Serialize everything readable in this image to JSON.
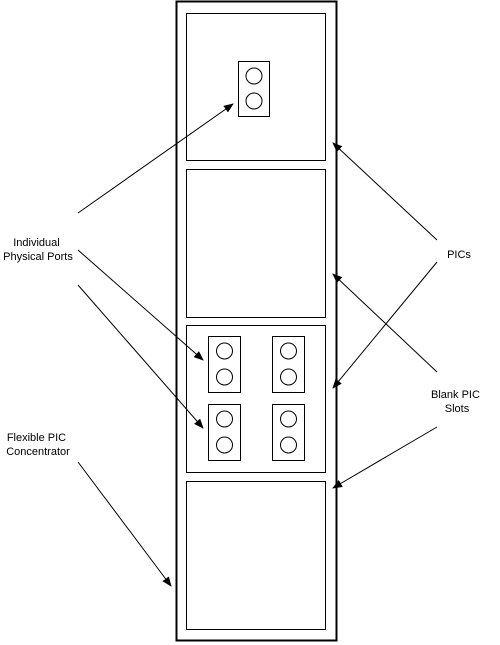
{
  "labels": {
    "individual_ports": [
      "Individual",
      "Physical Ports"
    ],
    "pics": [
      "PICs"
    ],
    "blank_slots": [
      "Blank PIC",
      "Slots"
    ],
    "fpc": [
      "Flexible PIC",
      "Concentrator"
    ]
  }
}
